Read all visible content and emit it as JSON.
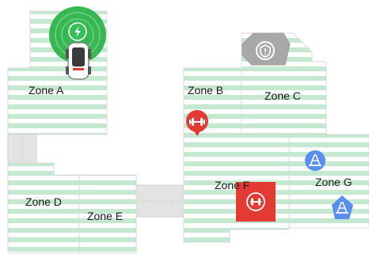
{
  "map": {
    "zones": [
      {
        "id": "a",
        "label": "Zone A"
      },
      {
        "id": "b",
        "label": "Zone B"
      },
      {
        "id": "c",
        "label": "Zone C"
      },
      {
        "id": "d",
        "label": "Zone D"
      },
      {
        "id": "e",
        "label": "Zone E"
      },
      {
        "id": "f",
        "label": "Zone F"
      },
      {
        "id": "g",
        "label": "Zone G"
      }
    ],
    "icons": {
      "charging_dock": "charging-dock-icon",
      "robot": "robot-mower-icon",
      "no_go": "no-go-zone-icon",
      "gym_marker": "dumbbell-marker-icon",
      "gym_area": "dumbbell-area-icon",
      "cone_marker": "traffic-cone-icon"
    },
    "colors": {
      "stripe_green": "#c4e9d0",
      "outline": "#d8d8d8",
      "dock_green": "#2db34a",
      "gym_red": "#e33b33",
      "cone_blue": "#5a8ff0",
      "nogo_gray": "#a8a8a8",
      "path_gray": "#e1e1e1"
    }
  }
}
